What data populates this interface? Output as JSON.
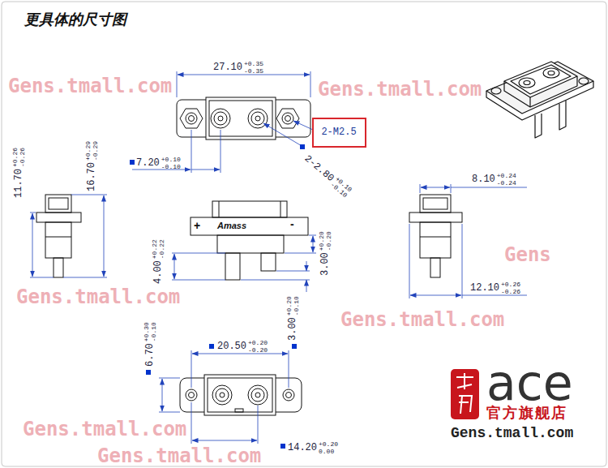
{
  "diagram": {
    "title": "更具体的尺寸图",
    "nodes": [
      {
        "text": [
          "2-M2.5"
        ]
      }
    ],
    "labels": [
      "27.10",
      "+0.35",
      "-0.35",
      "7.20",
      "+0.10",
      "-0.10",
      "2-2.80",
      "+0.10",
      "-0.10",
      "11.70",
      "+0.26",
      "-0.26",
      "16.70",
      "+0.29",
      "-0.29",
      "Amass",
      "+",
      "-",
      "4.00",
      "+0.22",
      "-0.22",
      "3.00",
      "+0.20",
      "-0.20",
      "8.10",
      "+0.24",
      "-0.24",
      "12.10",
      "+0.26",
      "-0.26",
      "3.00",
      "+0.20",
      "-0.10",
      "6.70",
      "+0.30",
      "-0.10",
      "20.50",
      "+0.20",
      "-0.20",
      "14.20",
      "+0.20",
      "0.00",
      "ace",
      "官方旗舰店",
      "Gens.tmall.com",
      "Gens.tmall.com",
      "Gens.tmall.com",
      "Gens.tmall.com",
      "Gens.tmall.com",
      "Gens.tmall.com",
      "Gens.tmall.com",
      "Gens"
    ]
  }
}
